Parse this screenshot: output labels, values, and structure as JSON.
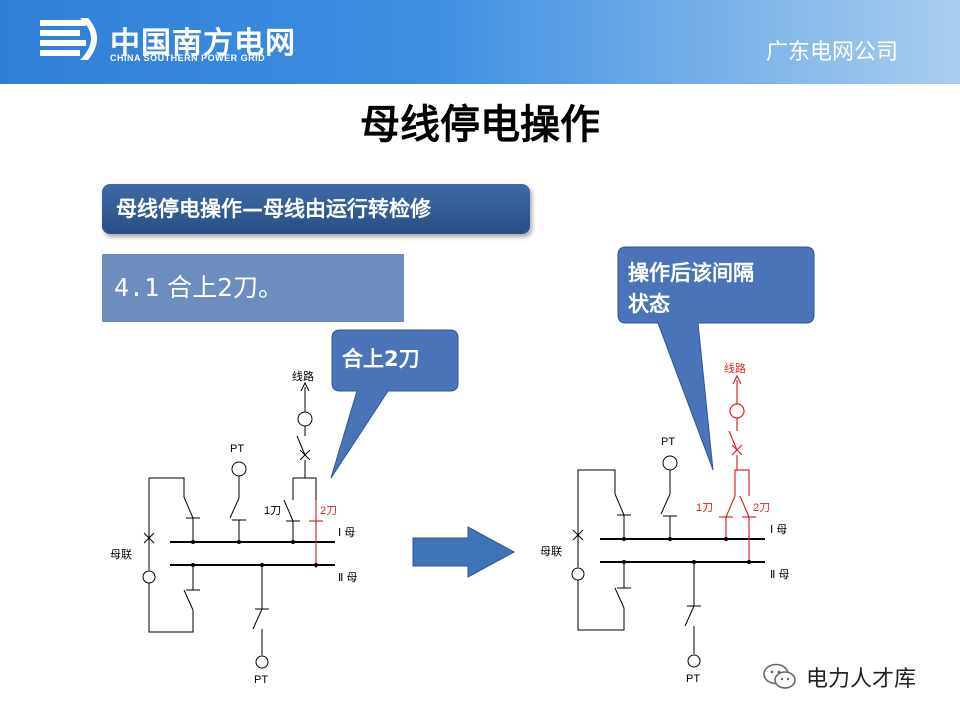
{
  "header": {
    "logo_cn": "中国南方电网",
    "logo_en": "CHINA SOUTHERN POWER GRID",
    "company": "广东电网公司"
  },
  "page_title": "母线停电操作",
  "subtitle": "母线停电操作—母线由运行转检修",
  "step": {
    "number": "4.1",
    "text": "合上2刀。"
  },
  "callout_left": "合上2刀",
  "callout_right": [
    "操作后该间隔",
    "状态"
  ],
  "diagram_left": {
    "line_label": "线路",
    "pt_top_label": "PT",
    "pt_bottom_label": "PT",
    "knife1_label": "1刀",
    "knife2_label": "2刀",
    "bus1_label": "Ⅰ 母",
    "bus2_label": "Ⅱ 母",
    "tie_label": "母联"
  },
  "diagram_right": {
    "line_label": "线路",
    "pt_top_label": "PT",
    "pt_bottom_label": "PT",
    "knife1_label": "1刀",
    "knife2_label": "2刀",
    "bus1_label": "Ⅰ 母",
    "bus2_label": "Ⅱ 母",
    "tie_label": "母联"
  },
  "watermark": "电力人才库",
  "colors": {
    "energized": "#d42a2a",
    "callout_fill": "#4a73b8",
    "arrow_fill": "#3f73b8"
  }
}
